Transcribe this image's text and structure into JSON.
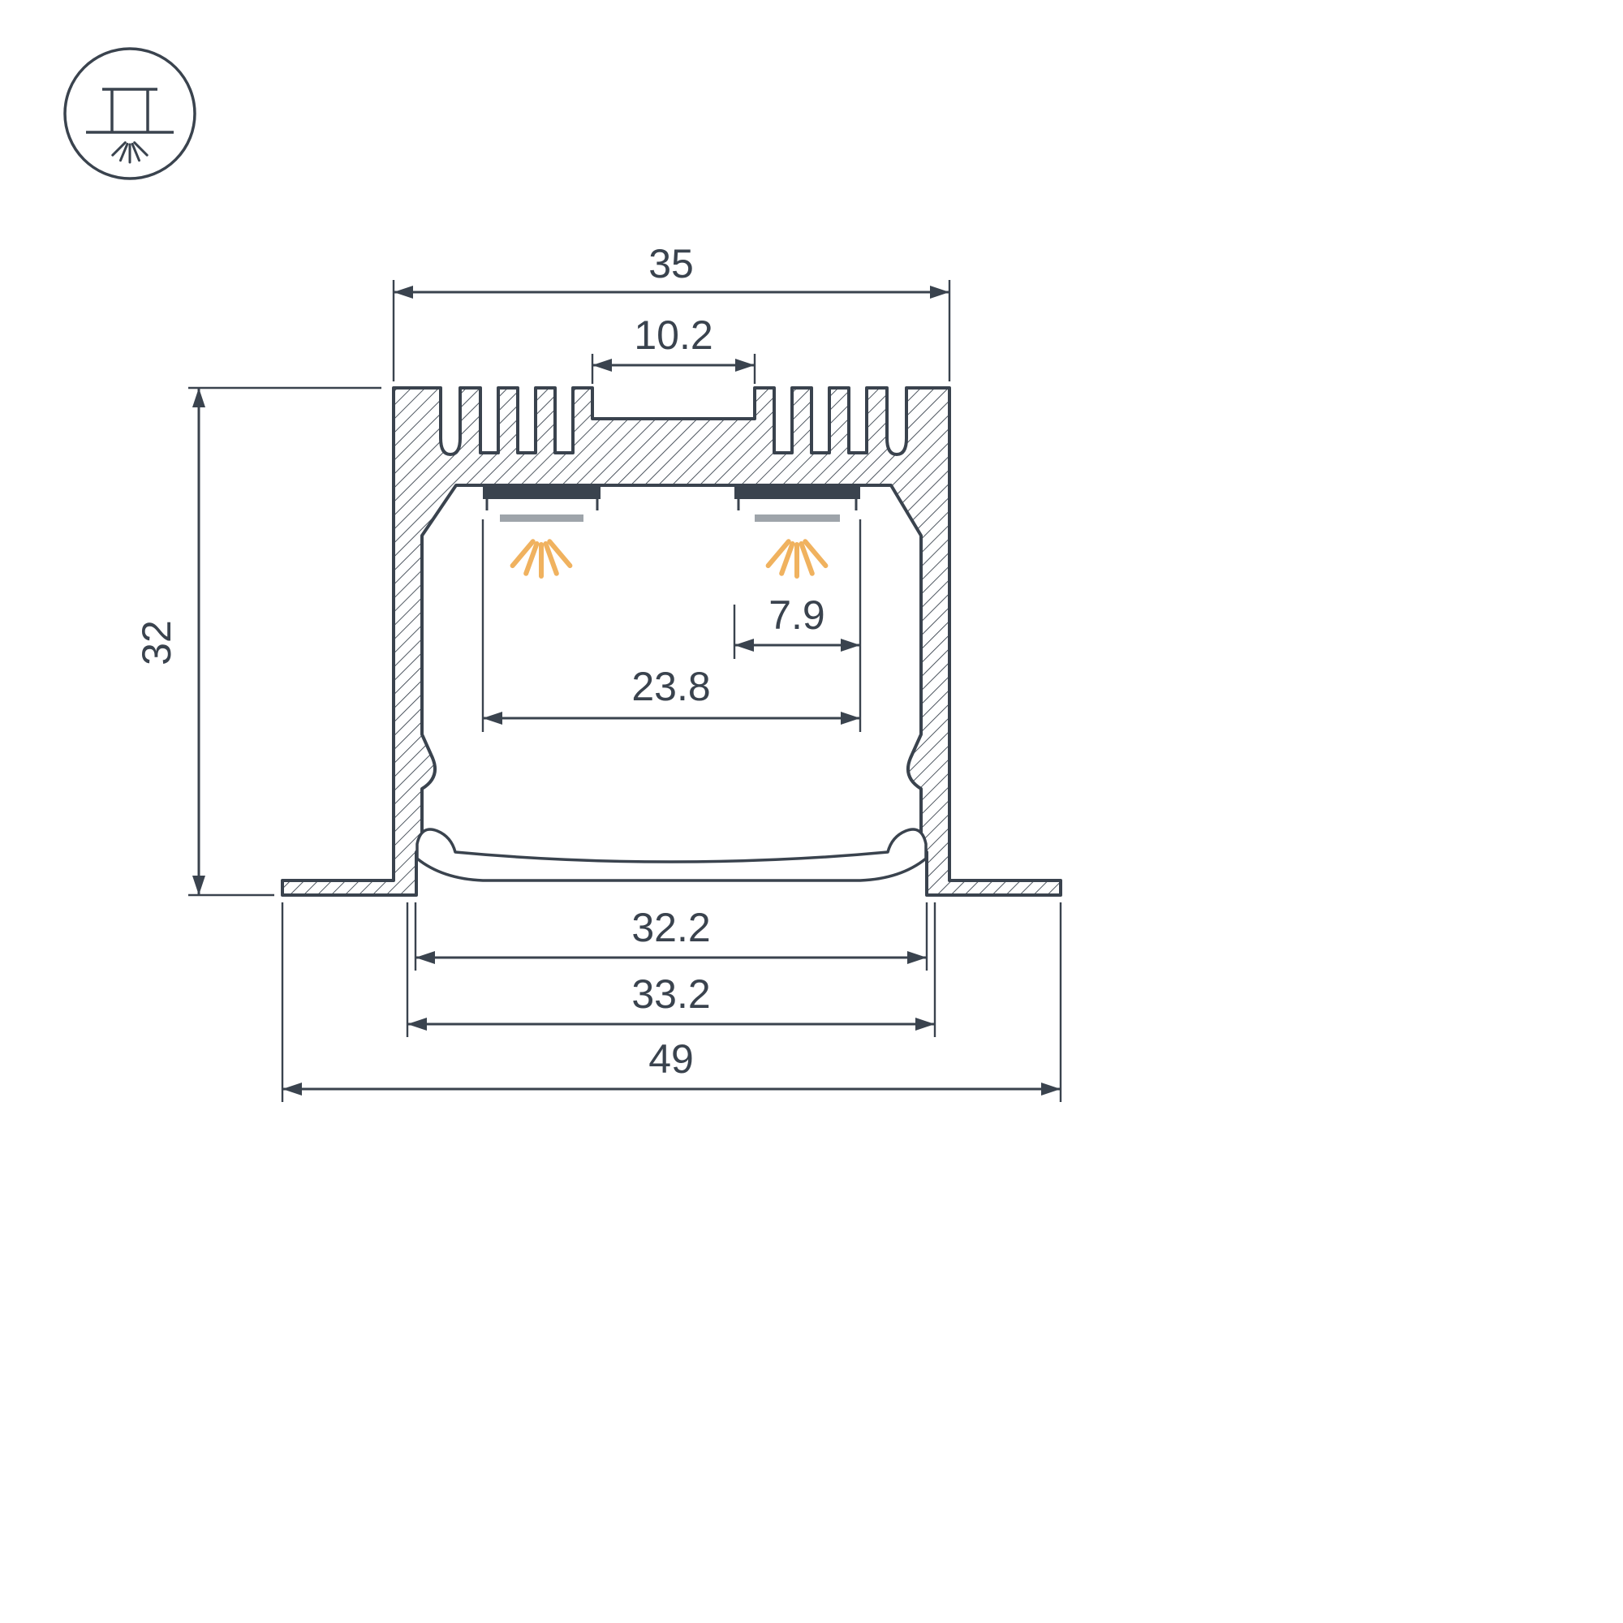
{
  "drawing": {
    "type": "led-profile-cross-section",
    "mounting_icon": "recessed-downlight"
  },
  "dims": {
    "top_width": "35",
    "center_slot": "10.2",
    "height": "32",
    "led_width": "7.9",
    "inner_width": "23.8",
    "opening_width": "32.2",
    "recess_width": "33.2",
    "overall_width": "49"
  },
  "colors": {
    "line": "#3A434E",
    "light_ray": "#F0B25F",
    "led_bar": "#9EA4AA",
    "background": "#FFFFFF"
  }
}
